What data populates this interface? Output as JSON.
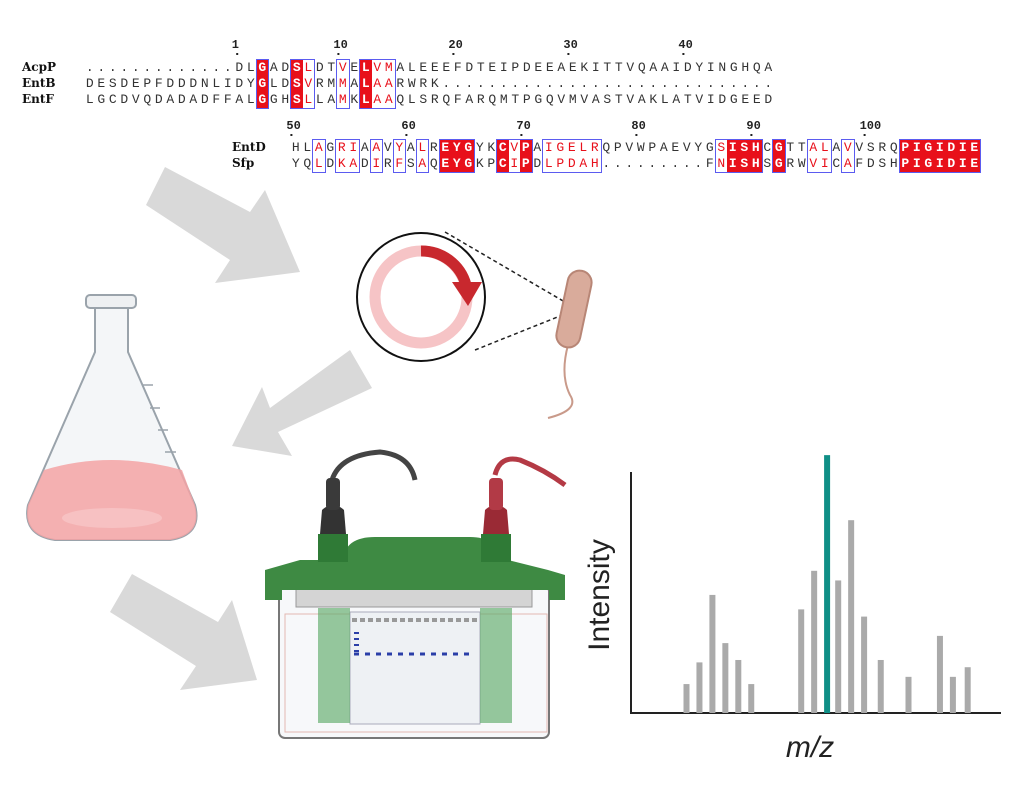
{
  "alignment_block_1": {
    "numbers": [
      {
        "label": "1",
        "col": 13
      },
      {
        "label": "10",
        "col": 22
      },
      {
        "label": "20",
        "col": 32
      },
      {
        "label": "30",
        "col": 42
      },
      {
        "label": "40",
        "col": 52
      }
    ],
    "rows": [
      {
        "name": "AcpP",
        "seq": ".............DLGADSLDTVELVMALEEEFDTEIPDEEAEKITTVQAAIDYINGHQA"
      },
      {
        "name": "EntB",
        "seq": "DESDEPFDDDNLIDYGLDSVRMMALAARWRK............................."
      },
      {
        "name": "EntF",
        "seq": "LGCDVQDADADFFALGGHSLLAMKLAAQLSRQFARQMTPGQVMVASTVAKLATVIDGEED"
      }
    ],
    "style": "...............R..Rr..r.Rrr.................................."
  },
  "alignment_block_2": {
    "numbers": [
      {
        "label": "50",
        "col": 0
      },
      {
        "label": "60",
        "col": 10
      },
      {
        "label": "70",
        "col": 20
      },
      {
        "label": "80",
        "col": 30
      },
      {
        "label": "90",
        "col": 40
      },
      {
        "label": "100",
        "col": 50
      }
    ],
    "rows": [
      {
        "name": "EntD",
        "seq": "HLAGRIAAVYALREYGYKCVPAIGELRQPVWPAEVYGSISHCGTTALAVVSRQPIGIDIE"
      },
      {
        "name": "Sfp",
        "seq": "YQLDKADIRFSAQEYGKPCIPDLPDAH.........FNISHSGRWVICAFDSHPIGIDIE"
      }
    ],
    "style": "..r.rr.r.r.r.RRR..RrR.rrrrr..........rRRR.R..rr.r....RRRRRRR"
  },
  "colors": {
    "conserved": "#e8101a",
    "similar_box": "#5b5bf0",
    "arrow": "#d9d9d9",
    "highlight_peak": "#0f8f86",
    "peak": "#aaaaaa"
  },
  "chart_data": {
    "type": "bar",
    "title": "",
    "xlabel": "m/z",
    "ylabel": "Intensity",
    "xlim": [
      0,
      100
    ],
    "ylim": [
      0,
      100
    ],
    "grid": false,
    "peaks": [
      {
        "mz": 15,
        "intensity": 12
      },
      {
        "mz": 18.5,
        "intensity": 21
      },
      {
        "mz": 22,
        "intensity": 49
      },
      {
        "mz": 25.5,
        "intensity": 29
      },
      {
        "mz": 29,
        "intensity": 22
      },
      {
        "mz": 32.5,
        "intensity": 12
      },
      {
        "mz": 46,
        "intensity": 43
      },
      {
        "mz": 49.5,
        "intensity": 59
      },
      {
        "mz": 53,
        "intensity": 107,
        "highlight": true
      },
      {
        "mz": 56,
        "intensity": 55
      },
      {
        "mz": 59.5,
        "intensity": 80
      },
      {
        "mz": 63,
        "intensity": 40
      },
      {
        "mz": 67.5,
        "intensity": 22
      },
      {
        "mz": 75,
        "intensity": 15
      },
      {
        "mz": 83.5,
        "intensity": 32
      },
      {
        "mz": 87,
        "intensity": 15
      },
      {
        "mz": 91,
        "intensity": 19
      }
    ]
  }
}
